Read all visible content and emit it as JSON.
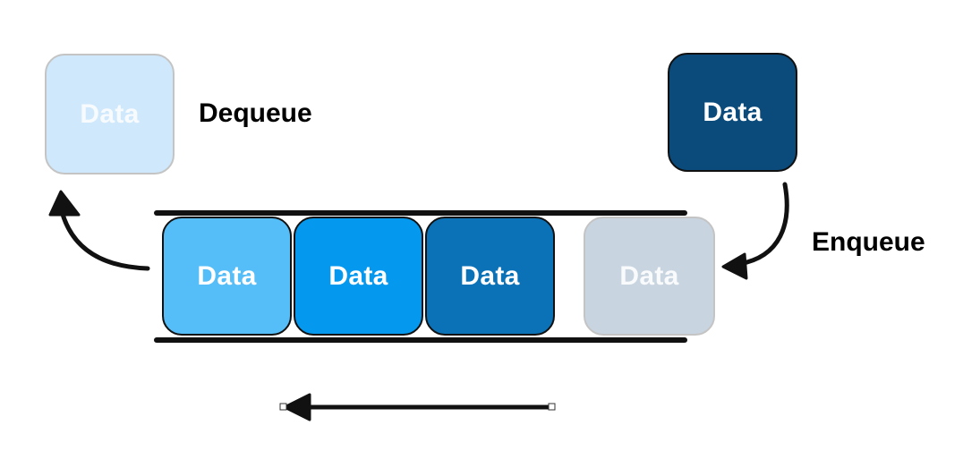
{
  "colors": {
    "dequeued": "#cfe8fb",
    "incoming": "#0a4b7c",
    "queue_1": "#55bdf7",
    "queue_2": "#0499ef",
    "queue_3": "#0b72b7",
    "ghost": "#c8d4e0",
    "ink": "#111111"
  },
  "labels": {
    "dequeue": "Dequeue",
    "enqueue": "Enqueue"
  },
  "boxes": {
    "dequeued": "Data",
    "incoming": "Data",
    "queue": [
      "Data",
      "Data",
      "Data"
    ],
    "ghost": "Data"
  },
  "icons": [
    "curved-arrow-dequeue-icon",
    "curved-arrow-enqueue-icon",
    "direction-arrow-icon"
  ]
}
